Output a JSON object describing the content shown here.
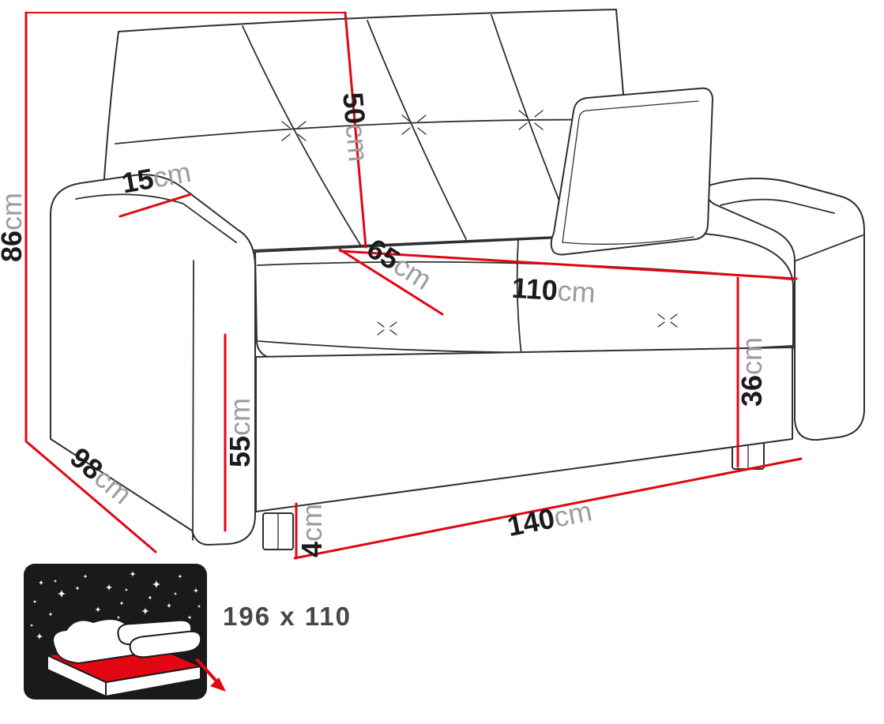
{
  "colors": {
    "dimension_red": "#e30613",
    "sofa_outline": "#2f2f2f",
    "unit_gray": "#9d9d9d"
  },
  "dimensions": {
    "height": {
      "value": "86",
      "unit": "cm"
    },
    "armrest_width": {
      "value": "15",
      "unit": "cm"
    },
    "backrest_height": {
      "value": "50",
      "unit": "cm"
    },
    "seat_depth": {
      "value": "65",
      "unit": "cm"
    },
    "seat_width": {
      "value": "110",
      "unit": "cm"
    },
    "seat_front_height": {
      "value": "55",
      "unit": "cm"
    },
    "pullout_height": {
      "value": "36",
      "unit": "cm"
    },
    "depth": {
      "value": "98",
      "unit": "cm"
    },
    "width": {
      "value": "140",
      "unit": "cm"
    },
    "leg_height": {
      "value": "4",
      "unit": "cm"
    }
  },
  "bed": {
    "size_label": "196 x 110"
  }
}
